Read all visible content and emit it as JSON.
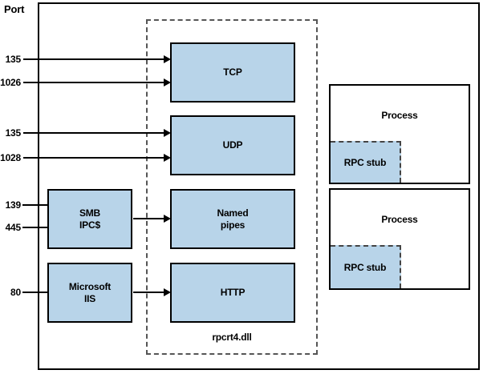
{
  "diagram": {
    "port_axis_label": "Port",
    "dll_label": "rpcrt4.dll",
    "colors": {
      "box_fill": "#b8d4e9",
      "line": "#000000",
      "dash": "#555555"
    },
    "ports": [
      {
        "label": "135",
        "target": "TCP"
      },
      {
        "label": "1026",
        "target": "TCP"
      },
      {
        "label": "135",
        "target": "UDP"
      },
      {
        "label": "1028",
        "target": "UDP"
      },
      {
        "label": "139",
        "target": "SMB IPC$"
      },
      {
        "label": "445",
        "target": "SMB IPC$"
      },
      {
        "label": "80",
        "target": "Microsoft IIS"
      }
    ],
    "protocol_boxes": [
      {
        "label": "TCP"
      },
      {
        "label": "UDP"
      },
      {
        "label": "Named\npipes"
      },
      {
        "label": "HTTP"
      }
    ],
    "gateway_boxes": [
      {
        "label": "SMB\nIPC$"
      },
      {
        "label": "Microsoft\nIIS"
      }
    ],
    "process_boxes": [
      {
        "label": "Process",
        "stub_label": "RPC stub"
      },
      {
        "label": "Process",
        "stub_label": "RPC stub"
      }
    ]
  }
}
